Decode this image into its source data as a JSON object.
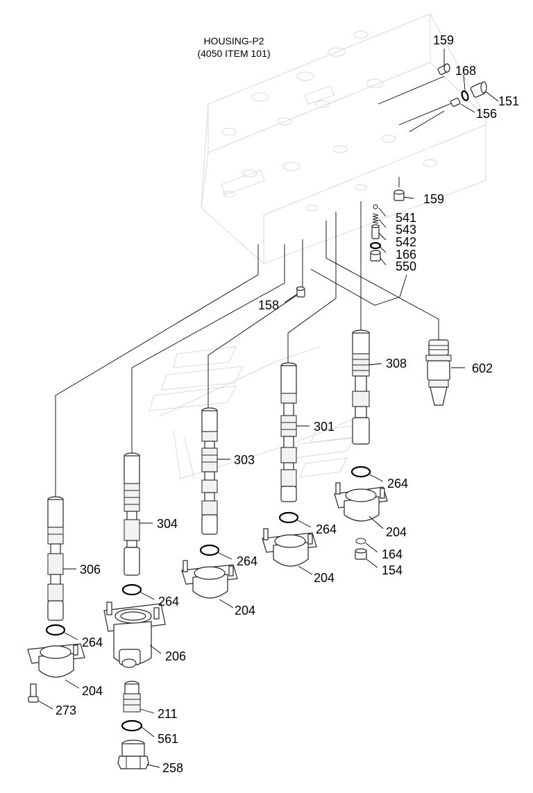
{
  "title": {
    "line1": "HOUSING-P2",
    "line2": "(4050 ITEM 101)"
  },
  "callouts": [
    {
      "id": "c159a",
      "text": "159"
    },
    {
      "id": "c168",
      "text": "168"
    },
    {
      "id": "c151",
      "text": "151"
    },
    {
      "id": "c156",
      "text": "156"
    },
    {
      "id": "c159b",
      "text": "159"
    },
    {
      "id": "c541",
      "text": "541"
    },
    {
      "id": "c543",
      "text": "543"
    },
    {
      "id": "c542",
      "text": "542"
    },
    {
      "id": "c166",
      "text": "166"
    },
    {
      "id": "c550",
      "text": "550"
    },
    {
      "id": "c158",
      "text": "158"
    },
    {
      "id": "c602",
      "text": "602"
    },
    {
      "id": "c308",
      "text": "308"
    },
    {
      "id": "c301",
      "text": "301"
    },
    {
      "id": "c303",
      "text": "303"
    },
    {
      "id": "c304",
      "text": "304"
    },
    {
      "id": "c306",
      "text": "306"
    },
    {
      "id": "c264a",
      "text": "264"
    },
    {
      "id": "c204a",
      "text": "204"
    },
    {
      "id": "c164",
      "text": "164"
    },
    {
      "id": "c154",
      "text": "154"
    },
    {
      "id": "c264b",
      "text": "264"
    },
    {
      "id": "c204b",
      "text": "204"
    },
    {
      "id": "c264c",
      "text": "264"
    },
    {
      "id": "c204c",
      "text": "204"
    },
    {
      "id": "c264d",
      "text": "264"
    },
    {
      "id": "c206",
      "text": "206"
    },
    {
      "id": "c264e",
      "text": "264"
    },
    {
      "id": "c204d",
      "text": "204"
    },
    {
      "id": "c273",
      "text": "273"
    },
    {
      "id": "c211",
      "text": "211"
    },
    {
      "id": "c561",
      "text": "561"
    },
    {
      "id": "c258",
      "text": "258"
    }
  ]
}
